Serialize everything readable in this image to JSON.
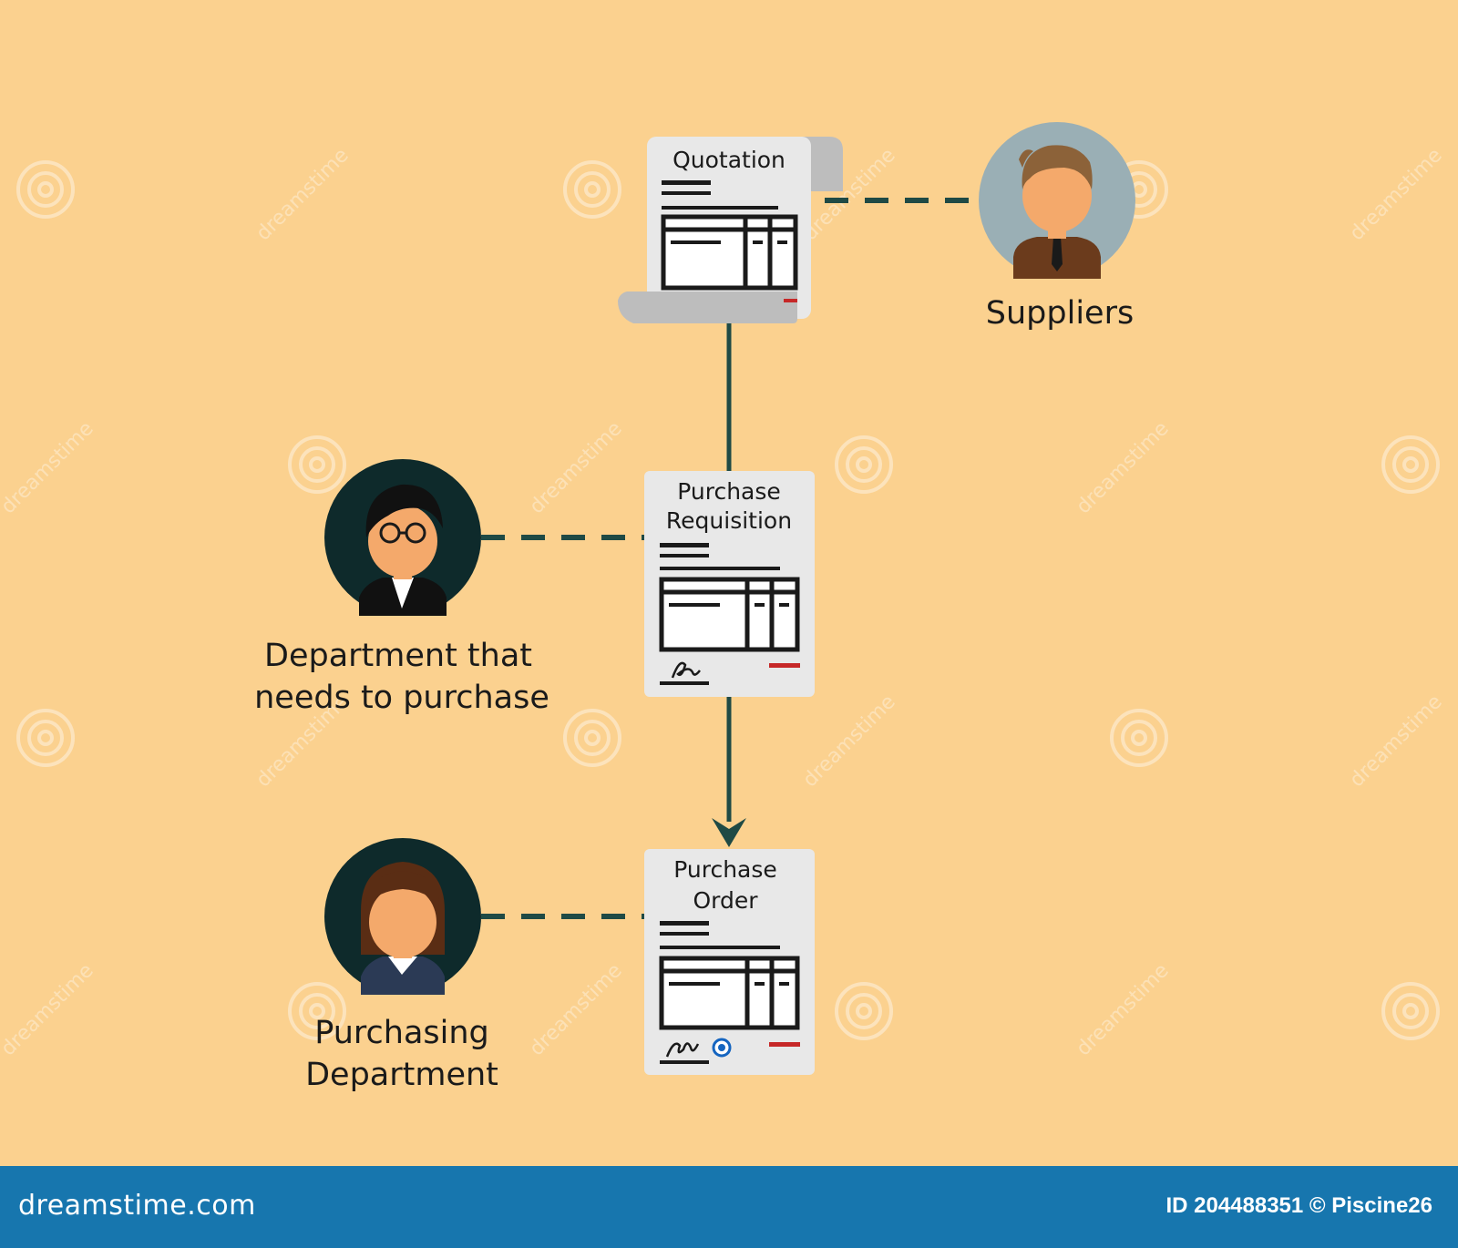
{
  "diagram": {
    "documents": {
      "quotation": {
        "title": "Quotation"
      },
      "requisition": {
        "title_line1": "Purchase",
        "title_line2": "Requisition"
      },
      "order": {
        "title_line1": "Purchase",
        "title_line2": "Order"
      }
    },
    "actors": {
      "suppliers": {
        "label": "Suppliers"
      },
      "department": {
        "label_line1": "Department that",
        "label_line2": "needs to purchase"
      },
      "purchasing": {
        "label_line1": "Purchasing",
        "label_line2": "Department"
      }
    }
  },
  "watermark": {
    "text": "dreamstime"
  },
  "footer": {
    "brand": "dreamstime.com",
    "image_id": "ID 204488351 © Piscine26"
  },
  "colors": {
    "background": "#fbd18f",
    "connector": "#1f4a45",
    "avatar_dark": "#0e2a2b",
    "avatar_light": "#9aafb5",
    "paper": "#e8e8e8",
    "footer": "#1776ae",
    "accent_red": "#c62828",
    "stamp_blue": "#1565c0"
  }
}
